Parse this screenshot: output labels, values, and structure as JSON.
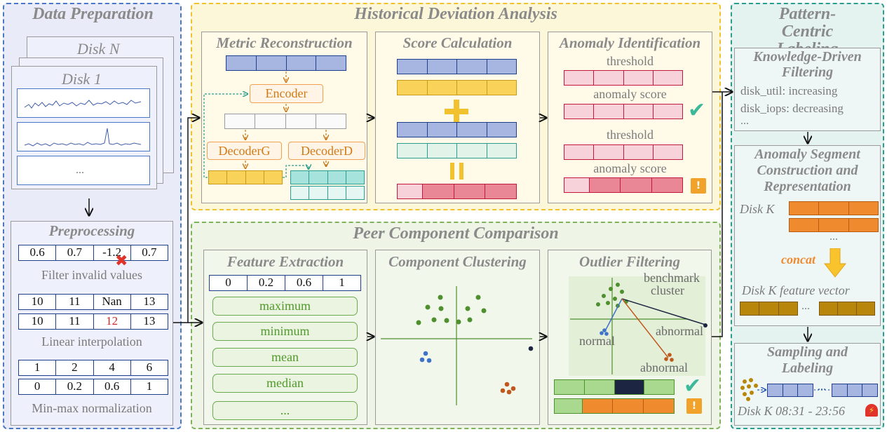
{
  "panels": {
    "data_prep": "Data Preparation",
    "historical": "Historical Deviation Analysis",
    "peer": "Peer Component Comparison",
    "labeling": "Pattern-Centric Labeling"
  },
  "data_prep": {
    "disk_back": "Disk N",
    "disk_front": "Disk 1",
    "more": "...",
    "preprocessing": {
      "title": "Preprocessing",
      "filter_row": [
        "0.6",
        "0.7",
        "-1.2",
        "0.7"
      ],
      "filter_label": "Filter invalid values",
      "interp_row1": [
        "10",
        "11",
        "Nan",
        "13"
      ],
      "interp_row2": [
        "10",
        "11",
        "12",
        "13"
      ],
      "interp_label": "Linear interpolation",
      "norm_row1": [
        "1",
        "2",
        "4",
        "6"
      ],
      "norm_row2": [
        "0",
        "0.2",
        "0.6",
        "1"
      ],
      "norm_label": "Min-max normalization"
    }
  },
  "historical": {
    "metric": {
      "title": "Metric Reconstruction",
      "encoder": "Encoder",
      "decoder_g": "DecoderG",
      "decoder_d": "DecoderD"
    },
    "score": {
      "title": "Score Calculation"
    },
    "anomaly": {
      "title": "Anomaly Identification",
      "threshold1": "threshold",
      "score1": "anomaly score",
      "threshold2": "threshold",
      "score2": "anomaly score"
    }
  },
  "peer": {
    "feature": {
      "title": "Feature Extraction",
      "row": [
        "0",
        "0.2",
        "0.6",
        "1"
      ],
      "items": [
        "maximum",
        "minimum",
        "mean",
        "median",
        "..."
      ]
    },
    "clustering": {
      "title": "Component Clustering"
    },
    "outlier": {
      "title": "Outlier Filtering",
      "benchmark": "benchmark",
      "cluster": "cluster",
      "normal": "normal",
      "abnormal1": "abnormal",
      "abnormal2": "abnormal"
    }
  },
  "labeling": {
    "knowledge": {
      "title1": "Knowledge-Driven",
      "title2": "Filtering",
      "line1": "disk_util: increasing",
      "line2": "disk_iops: decreasing",
      "line3": "..."
    },
    "segment": {
      "title1": "Anomaly Segment",
      "title2": "Construction and",
      "title3": "Representation",
      "disk_k": "Disk K",
      "dots": "...",
      "concat": "concat",
      "feature_vector": "Disk K  feature vector",
      "dots2": "..."
    },
    "sampling": {
      "title1": "Sampling and",
      "title2": "Labeling",
      "dots": "...",
      "range": "Disk K 08:31 - 23:56"
    }
  },
  "colors": {
    "blue": "#4b78c4",
    "yellow_panel": "#fdf7d9",
    "green_panel": "#eef5e6",
    "teal_panel": "#e4f3f0",
    "blue_panel": "#e9ecf8",
    "orange": "#ef8a2f",
    "brown": "#b8860b",
    "green_dot": "#4e8f2e"
  }
}
